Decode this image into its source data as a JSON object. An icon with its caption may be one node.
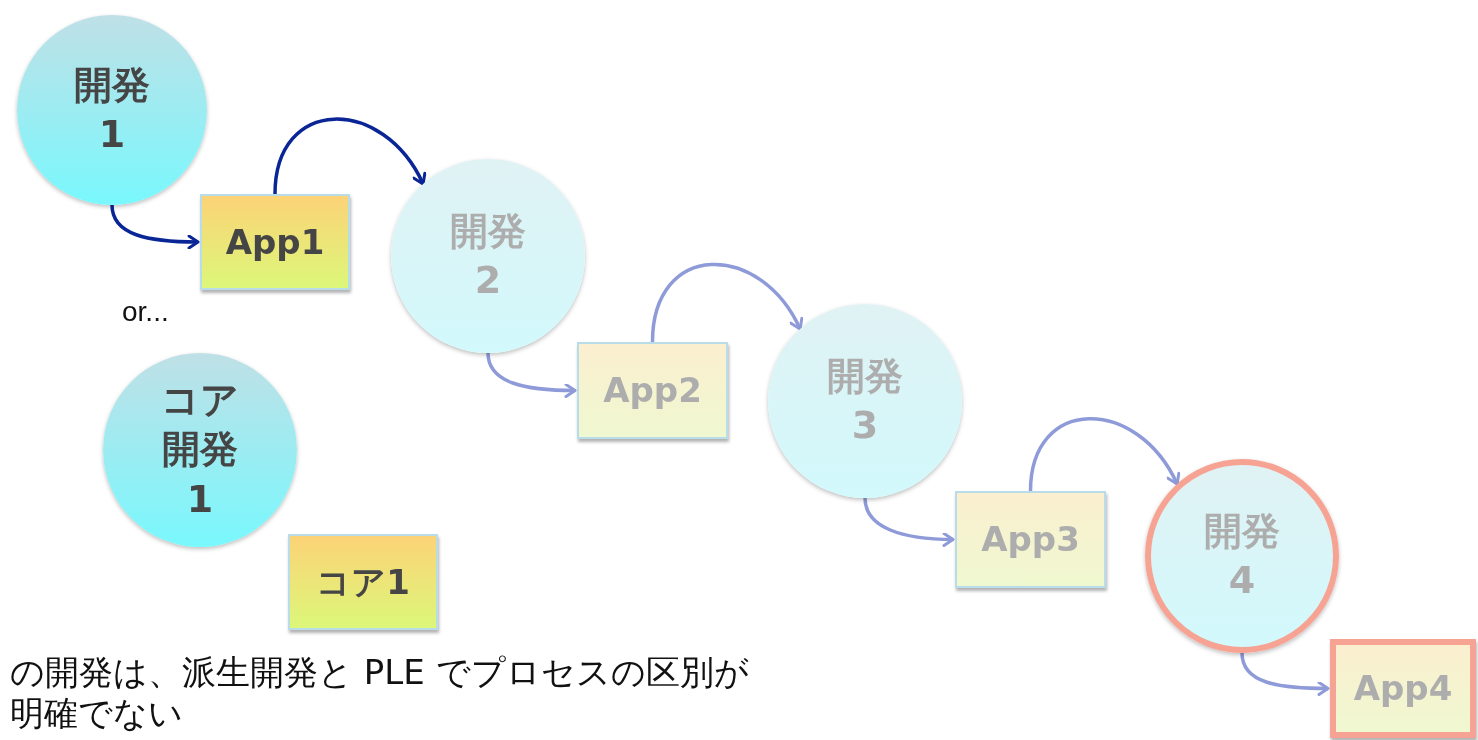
{
  "diagram": {
    "nodes": [
      {
        "text": [
          "開発 1"
        ]
      },
      {
        "text": [
          "App1"
        ]
      },
      {
        "text": [
          "開発 2"
        ]
      },
      {
        "text": [
          "App2"
        ]
      },
      {
        "text": [
          "開発 3"
        ]
      },
      {
        "text": [
          "App3"
        ]
      },
      {
        "text": [
          "開発 4"
        ]
      },
      {
        "text": [
          "App4"
        ]
      },
      {
        "text": [
          "コア開発1"
        ]
      },
      {
        "text": [
          "コア1"
        ]
      }
    ],
    "edges": [
      {
        "from": 0,
        "to": 1,
        "arrow": "to",
        "color": "#0a2596"
      },
      {
        "from": 1,
        "to": 2,
        "arrow": "to",
        "color": "#0a2596"
      },
      {
        "from": 2,
        "to": 3,
        "arrow": "to"
      },
      {
        "from": 3,
        "to": 4,
        "arrow": "to"
      },
      {
        "from": 4,
        "to": 5,
        "arrow": "to"
      },
      {
        "from": 5,
        "to": 6,
        "arrow": "to"
      },
      {
        "from": 6,
        "to": 7,
        "arrow": "to"
      }
    ],
    "labels": [
      "or...",
      "の開発は、派生開発と PLE でプロセスの区別が明確でない"
    ]
  }
}
